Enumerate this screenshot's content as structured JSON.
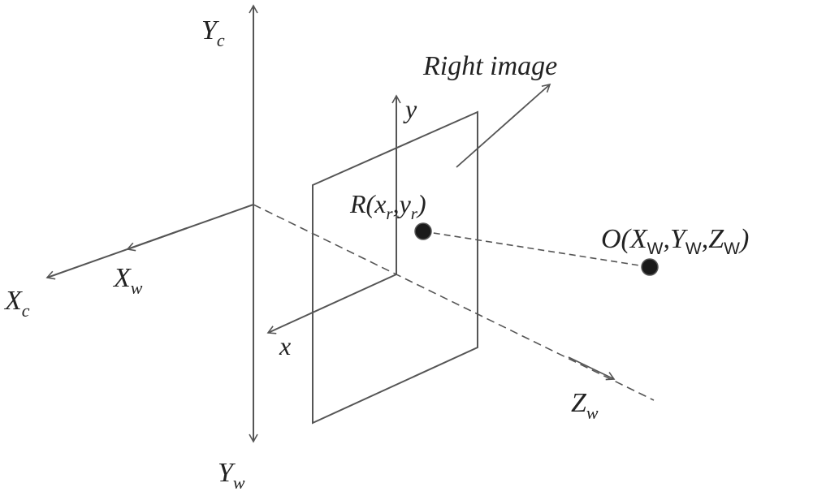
{
  "diagram": {
    "labels": {
      "yc": {
        "main": "Y",
        "sub": "c"
      },
      "yw": {
        "main": "Y",
        "sub": "w"
      },
      "xc": {
        "main": "X",
        "sub": "c"
      },
      "xw": {
        "main": "X",
        "sub": "w"
      },
      "zw": {
        "main": "Z",
        "sub": "w"
      },
      "x": "x",
      "y": "y",
      "right_image": "Right image",
      "point_r": {
        "prefix": "R(x",
        "sub1": "r",
        "mid": ",y",
        "sub2": "r",
        "suffix": ")"
      },
      "point_o": {
        "prefix": "O(X",
        "sub1": "W",
        "mid1": ",Y",
        "sub2": "W",
        "mid2": ",Z",
        "sub3": "W",
        "suffix": ")"
      }
    },
    "colors": {
      "line": "#555555",
      "point": "#1a1a1a",
      "text": "#222222"
    }
  }
}
